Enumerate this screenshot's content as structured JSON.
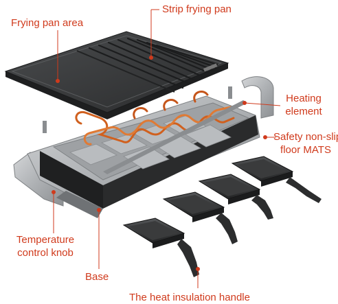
{
  "diagram": {
    "accent_color": "#d03a1c",
    "labels": {
      "frying_pan_area": "Frying pan area",
      "strip_frying_pan": "Strip frying pan",
      "heating_element": [
        "Heating",
        "element"
      ],
      "safety_mats": [
        "Safety non-slip",
        "floor MATS"
      ],
      "temperature_knob": [
        "Temperature",
        "control knob"
      ],
      "base": "Base",
      "heat_handle": "The heat insulation handle"
    }
  }
}
